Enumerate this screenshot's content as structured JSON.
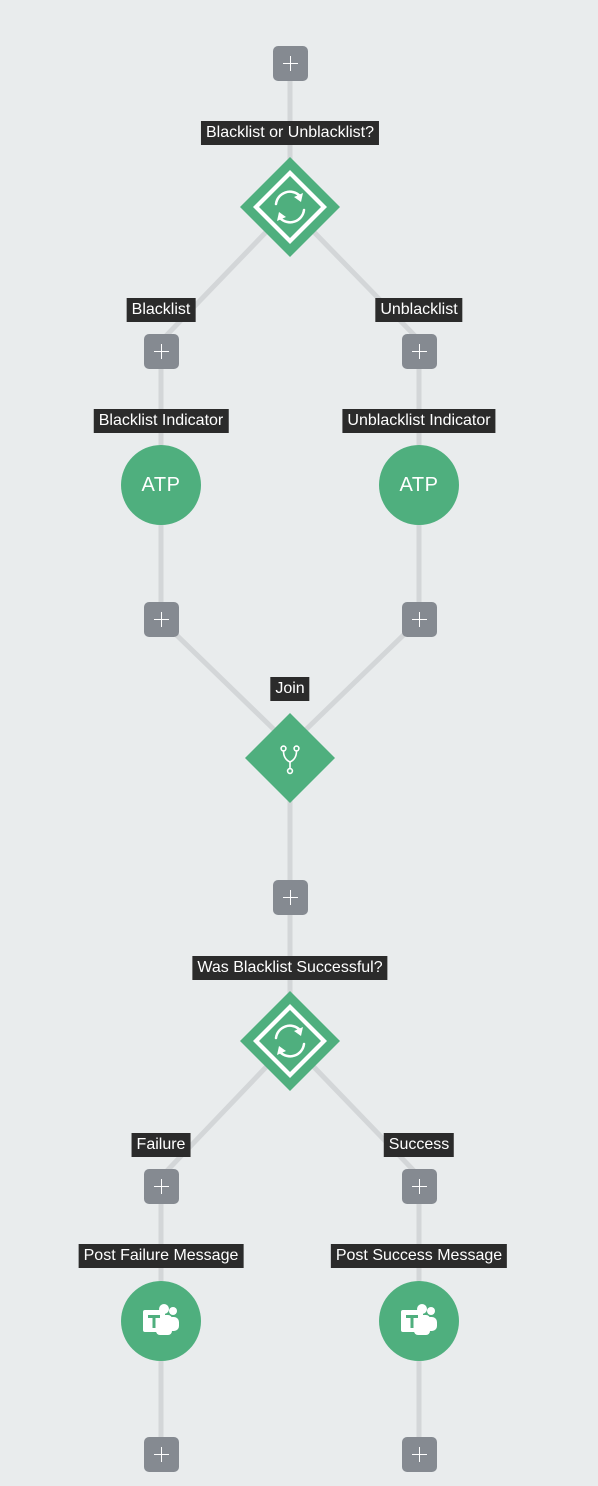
{
  "colors": {
    "node_green": "#4faf7e",
    "plus_gray": "#858a91",
    "label_bg": "#2b2b2b",
    "wire": "#d3d6d8",
    "background": "#e9eced"
  },
  "flow": {
    "decision_1": {
      "label": "Blacklist or Unblacklist?",
      "icon": "refresh-icon"
    },
    "branch_blacklist": {
      "label": "Blacklist"
    },
    "branch_unblacklist": {
      "label": "Unblacklist"
    },
    "action_blacklist": {
      "label": "Blacklist Indicator",
      "icon_text": "ATP"
    },
    "action_unblacklist": {
      "label": "Unblacklist Indicator",
      "icon_text": "ATP"
    },
    "join": {
      "label": "Join",
      "icon": "merge-icon"
    },
    "decision_2": {
      "label": "Was Blacklist Successful?",
      "icon": "refresh-icon"
    },
    "branch_failure": {
      "label": "Failure"
    },
    "branch_success": {
      "label": "Success"
    },
    "action_failure": {
      "label": "Post Failure Message",
      "icon": "teams-icon"
    },
    "action_success": {
      "label": "Post Success Message",
      "icon": "teams-icon"
    }
  }
}
